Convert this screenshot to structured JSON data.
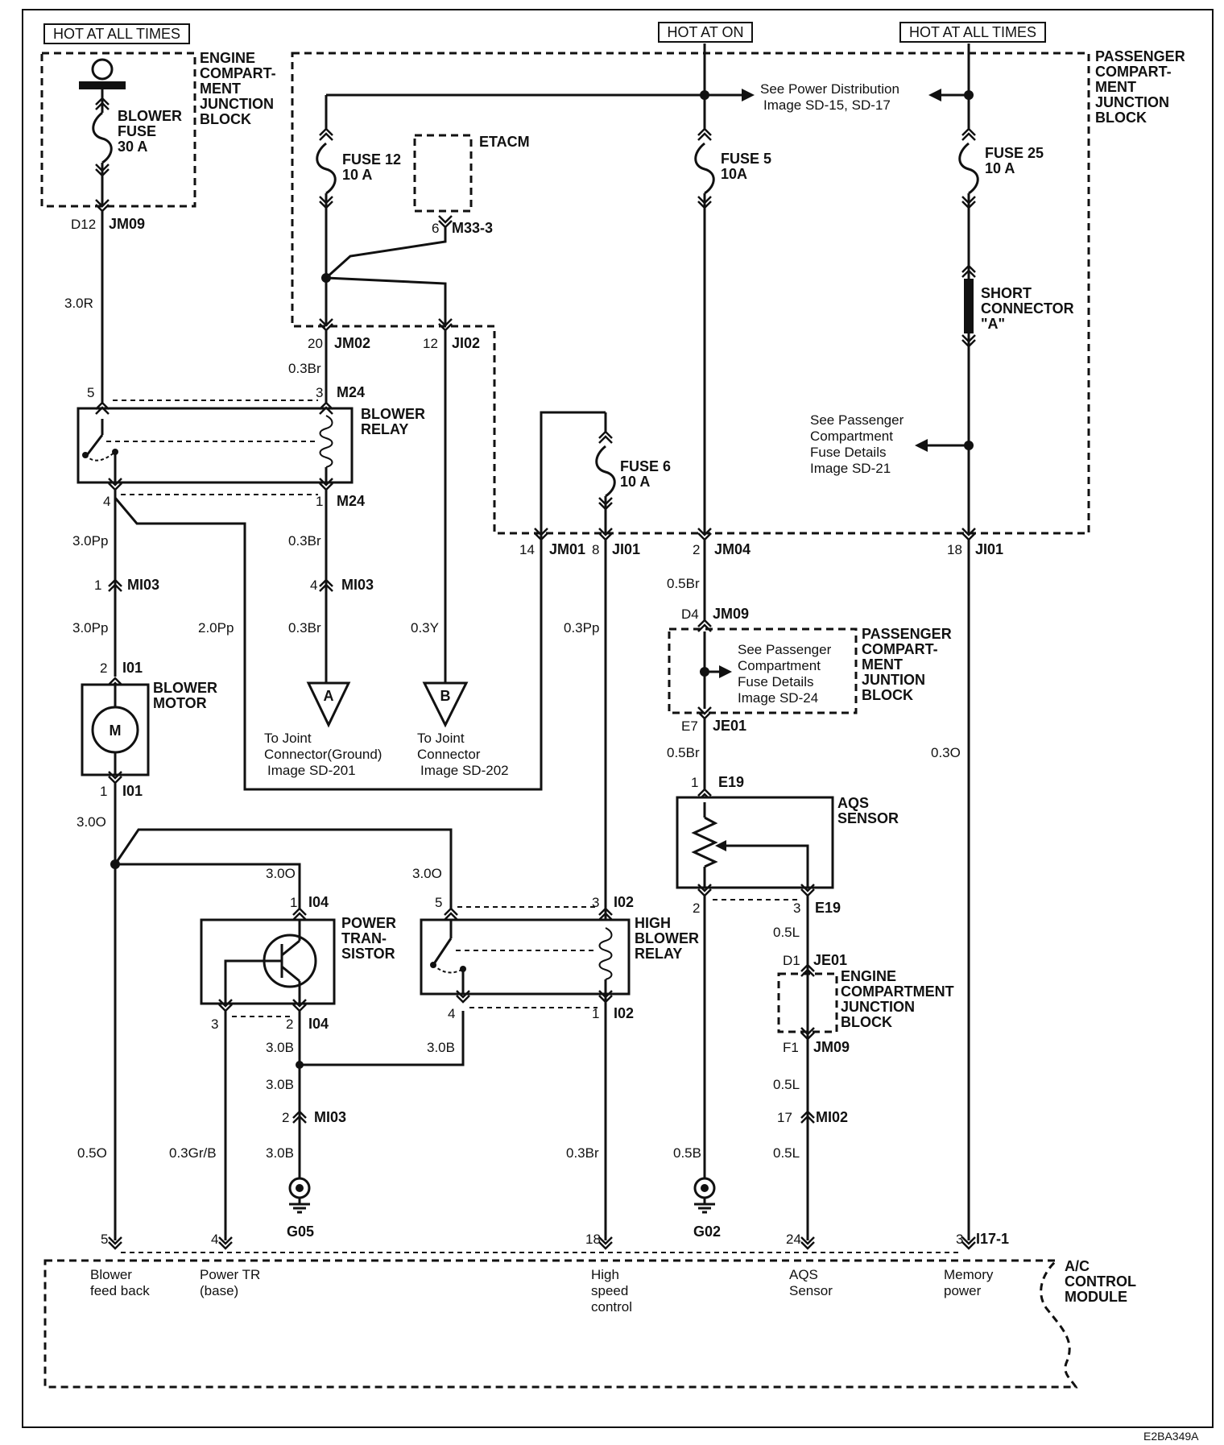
{
  "hot": {
    "always_left": "HOT AT ALL TIMES",
    "on": "HOT AT ON",
    "always_right": "HOT AT ALL TIMES"
  },
  "engine_jb_top": [
    "ENGINE",
    "COMPART-",
    "MENT",
    "JUNCTION",
    "BLOCK"
  ],
  "blower_fuse": [
    "BLOWER",
    "FUSE",
    "30 A"
  ],
  "pass_jb_top": [
    "PASSENGER",
    "COMPART-",
    "MENT",
    "JUNCTION",
    "BLOCK"
  ],
  "etacm": "ETACM",
  "fuse12": [
    "FUSE 12",
    "10 A"
  ],
  "fuse5": [
    "FUSE 5",
    "10A"
  ],
  "fuse25": [
    "FUSE 25",
    "10 A"
  ],
  "fuse6": [
    "FUSE 6",
    "10 A"
  ],
  "see_power_dist": [
    "See Power Distribution",
    "Image SD-15, SD-17"
  ],
  "short_connector": [
    "SHORT",
    "CONNECTOR",
    "\"A\""
  ],
  "see_pass_fuse1": [
    "See Passenger",
    "Compartment",
    "Fuse Details",
    "Image SD-21"
  ],
  "blower_relay": [
    "BLOWER",
    "RELAY"
  ],
  "blower_motor": [
    "BLOWER",
    "MOTOR"
  ],
  "motor_m": "M",
  "gnd_a": "A",
  "gnd_b": "B",
  "to_joint_a": [
    "To Joint",
    "Connector(Ground)",
    "Image SD-201"
  ],
  "to_joint_b": [
    "To Joint",
    "Connector",
    "Image SD-202"
  ],
  "pass_jb_mid": [
    "PASSENGER",
    "COMPART-",
    "MENT",
    "JUNTION",
    "BLOCK"
  ],
  "see_pass_fuse2": [
    "See Passenger",
    "Compartment",
    "Fuse Details",
    "Image SD-24"
  ],
  "aqs_sensor": [
    "AQS",
    "SENSOR"
  ],
  "power_transistor": [
    "POWER",
    "TRAN-",
    "SISTOR"
  ],
  "high_blower_relay": [
    "HIGH",
    "BLOWER",
    "RELAY"
  ],
  "engine_jb_bottom": [
    "ENGINE",
    "COMPARTMENT",
    "JUNCTION",
    "BLOCK"
  ],
  "ground_g05": "G05",
  "ground_g02": "G02",
  "ac_module": [
    "A/C",
    "CONTROL",
    "MODULE"
  ],
  "module_pins": {
    "blower_feedback": [
      "Blower",
      "feed back"
    ],
    "power_tr": [
      "Power TR",
      "(base)"
    ],
    "high_speed": [
      "High",
      "speed",
      "control"
    ],
    "aqs": [
      "AQS",
      "Sensor"
    ],
    "memory": [
      "Memory",
      "power"
    ]
  },
  "connectors": {
    "d12": "D12",
    "jm09a": "JM09",
    "n20": "20",
    "jm02": "JM02",
    "n12": "12",
    "ji02": "JI02",
    "n6": "6",
    "m33": "M33-3",
    "n5a": "5",
    "n3a": "3",
    "m24a": "M24",
    "n4a": "4",
    "n1a": "1",
    "m24b": "M24",
    "n1b": "1",
    "mi03a": "MI03",
    "n4b": "4",
    "mi03b": "MI03",
    "n14": "14",
    "jm01": "JM01",
    "n8": "8",
    "ji01a": "JI01",
    "n2a": "2",
    "jm04": "JM04",
    "n18a": "18",
    "ji01b": "JI01",
    "d4": "D4",
    "jm09b": "JM09",
    "e7": "E7",
    "je01a": "JE01",
    "n2b": "2",
    "i01a": "I01",
    "n1c": "1",
    "i01b": "I01",
    "n1d": "1",
    "e19a": "E19",
    "n2c": "2",
    "n3b": "3",
    "e19b": "E19",
    "n1e": "1",
    "i04a": "I04",
    "n3c": "3",
    "n2d": "2",
    "i04b": "I04",
    "n5b": "5",
    "n3d": "3",
    "i02a": "I02",
    "n4c": "4",
    "n1f": "1",
    "i02b": "I02",
    "d1": "D1",
    "je01b": "JE01",
    "f1": "F1",
    "jm09c": "JM09",
    "n2e": "2",
    "mi03c": "MI03",
    "n17": "17",
    "mi02": "MI02",
    "p5": "5",
    "p4": "4",
    "p18": "18",
    "p24": "24",
    "p3": "3",
    "i17": "I17-1"
  },
  "wires": {
    "w30r": "3.0R",
    "w03br1": "0.3Br",
    "w30pp1": "3.0Pp",
    "w03br2": "0.3Br",
    "w30pp2": "3.0Pp",
    "w20pp": "2.0Pp",
    "w03br3": "0.3Br",
    "w03y": "0.3Y",
    "w03pp": "0.3Pp",
    "w05br1": "0.5Br",
    "w05br2": "0.5Br",
    "w03o": "0.3O",
    "w30o1": "3.0O",
    "w30o2": "3.0O",
    "w30o3": "3.0O",
    "w05l1": "0.5L",
    "w30b1": "3.0B",
    "w30b2": "3.0B",
    "w30b3": "3.0B",
    "w30b4": "3.0B",
    "w05l2": "0.5L",
    "w05o": "0.5O",
    "w03grb": "0.3Gr/B",
    "w03br4": "0.3Br",
    "w05b": "0.5B",
    "w05l3": "0.5L"
  },
  "diagram_code": "E2BA349A"
}
